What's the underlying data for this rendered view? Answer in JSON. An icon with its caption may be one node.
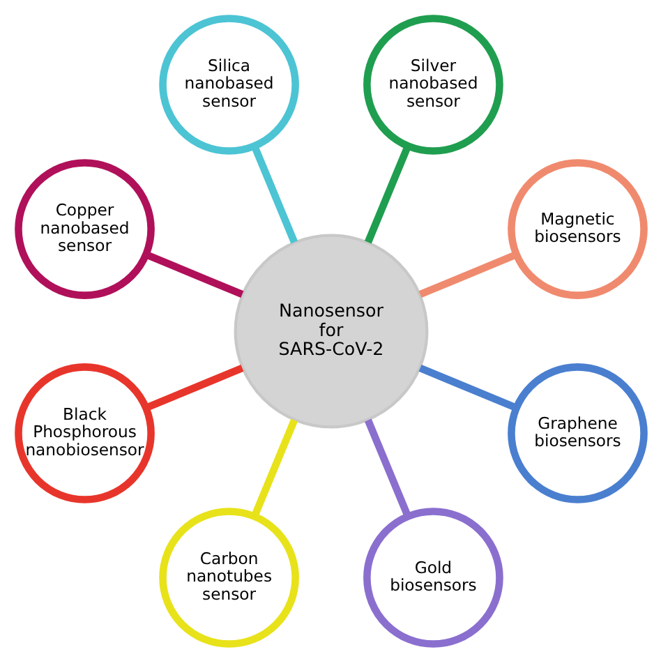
{
  "diagram": {
    "nodes": [
      {
        "text": [
          "Nanosensor for SARS-CoV-2"
        ]
      },
      {
        "text": [
          "Magnetic biosensors"
        ]
      },
      {
        "text": [
          "Silver nanobased sensor"
        ]
      },
      {
        "text": [
          "Silica nanobased sensor"
        ]
      },
      {
        "text": [
          "Copper nanobased sensor"
        ]
      },
      {
        "text": [
          "Black Phosphorous nanobiosensor"
        ]
      },
      {
        "text": [
          "Carbon nanotubes sensor"
        ]
      },
      {
        "text": [
          "Gold biosensors"
        ]
      },
      {
        "text": [
          "Graphene biosensors"
        ]
      }
    ],
    "edges": [
      {
        "from": 0,
        "to": 1,
        "arrow": "none",
        "color": "#f08a6e"
      },
      {
        "from": 0,
        "to": 2,
        "arrow": "none",
        "color": "#1f9e4f"
      },
      {
        "from": 0,
        "to": 3,
        "arrow": "none",
        "color": "#4cc4d4"
      },
      {
        "from": 0,
        "to": 4,
        "arrow": "none",
        "color": "#b0105a"
      },
      {
        "from": 0,
        "to": 5,
        "arrow": "none",
        "color": "#e8352b"
      },
      {
        "from": 0,
        "to": 6,
        "arrow": "none",
        "color": "#e8e21a"
      },
      {
        "from": 0,
        "to": 7,
        "arrow": "none",
        "color": "#8a6fcf"
      },
      {
        "from": 0,
        "to": 8,
        "arrow": "none",
        "color": "#4a7fcf"
      }
    ]
  }
}
